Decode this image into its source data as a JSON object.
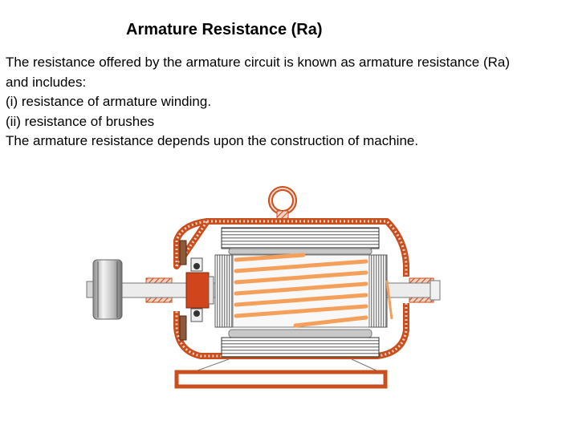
{
  "slide": {
    "title": "Armature Resistance (Ra)",
    "lines": [
      "The resistance offered by the armature circuit is known as armature resistance (Ra)",
      "and includes:",
      "(i) resistance of armature winding.",
      "(ii) resistance of brushes",
      "The armature resistance depends upon the construction of machine."
    ]
  },
  "colors": {
    "frame_accent": "#c8501e",
    "armature_orange": "#f5a05a",
    "commutator": "#d0451b",
    "pole_gray": "#c8c8c8",
    "shaft_gray": "#e0e0e0"
  }
}
